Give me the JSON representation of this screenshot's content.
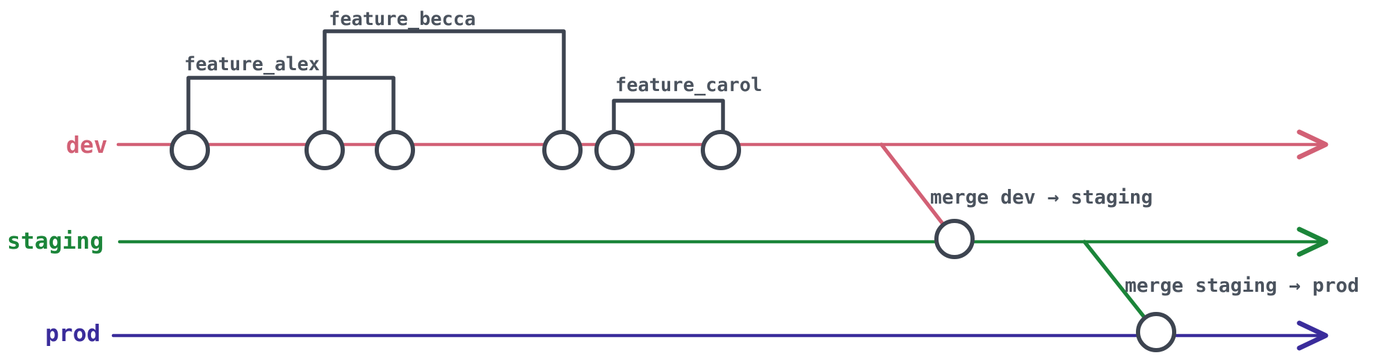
{
  "diagram_type": "git-branching-diagram",
  "colors": {
    "dev": "#d26075",
    "staging": "#1b8539",
    "prod": "#3a2c9b",
    "ink": "#3d4450",
    "text": "#4b535e",
    "node_fill": "#ffffff",
    "background": "#ffffff"
  },
  "branches": [
    {
      "name": "dev"
    },
    {
      "name": "staging"
    },
    {
      "name": "prod"
    }
  ],
  "feature_branches": [
    {
      "label": "feature_alex",
      "from_commit": 1,
      "to_commit": 3
    },
    {
      "label": "feature_becca",
      "from_commit": 2,
      "to_commit": 4
    },
    {
      "label": "feature_carol",
      "from_commit": 5,
      "to_commit": 6
    }
  ],
  "merges": [
    {
      "label": "merge dev → staging",
      "from": "dev",
      "to": "staging"
    },
    {
      "label": "merge staging → prod",
      "from": "staging",
      "to": "prod"
    }
  ],
  "commit_nodes": {
    "dev_commit_count": 6,
    "staging_merge_commit_count": 1,
    "prod_merge_commit_count": 1
  }
}
